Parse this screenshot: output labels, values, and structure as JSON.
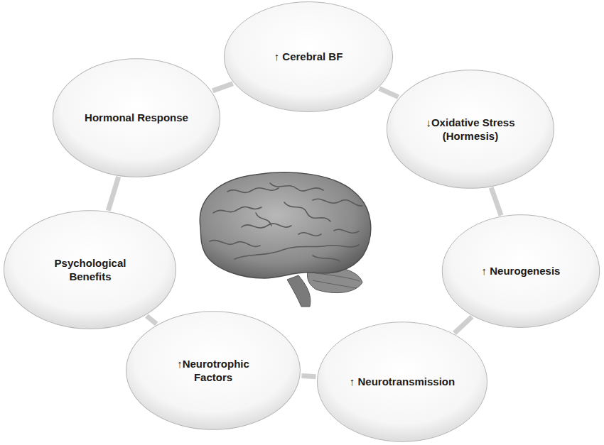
{
  "diagram": {
    "nodes": [
      {
        "text": [
          "↑ Cerebral BF"
        ]
      },
      {
        "text": [
          "↓Oxidative Stress (Hormesis)"
        ]
      },
      {
        "text": [
          "↑ Neurogenesis"
        ]
      },
      {
        "text": [
          "↑ Neurotransmission"
        ]
      },
      {
        "text": [
          "↑Neurotrophic Factors"
        ]
      },
      {
        "text": [
          "Psychological Benefits"
        ]
      },
      {
        "text": [
          "Hormonal Response"
        ]
      }
    ],
    "edges": [
      {
        "from": 0,
        "to": 1,
        "arrow": "none"
      },
      {
        "from": 1,
        "to": 2,
        "arrow": "none"
      },
      {
        "from": 2,
        "to": 3,
        "arrow": "none"
      },
      {
        "from": 3,
        "to": 4,
        "arrow": "none"
      },
      {
        "from": 4,
        "to": 5,
        "arrow": "none"
      },
      {
        "from": 5,
        "to": 6,
        "arrow": "none"
      },
      {
        "from": 6,
        "to": 0,
        "arrow": "none"
      }
    ]
  }
}
